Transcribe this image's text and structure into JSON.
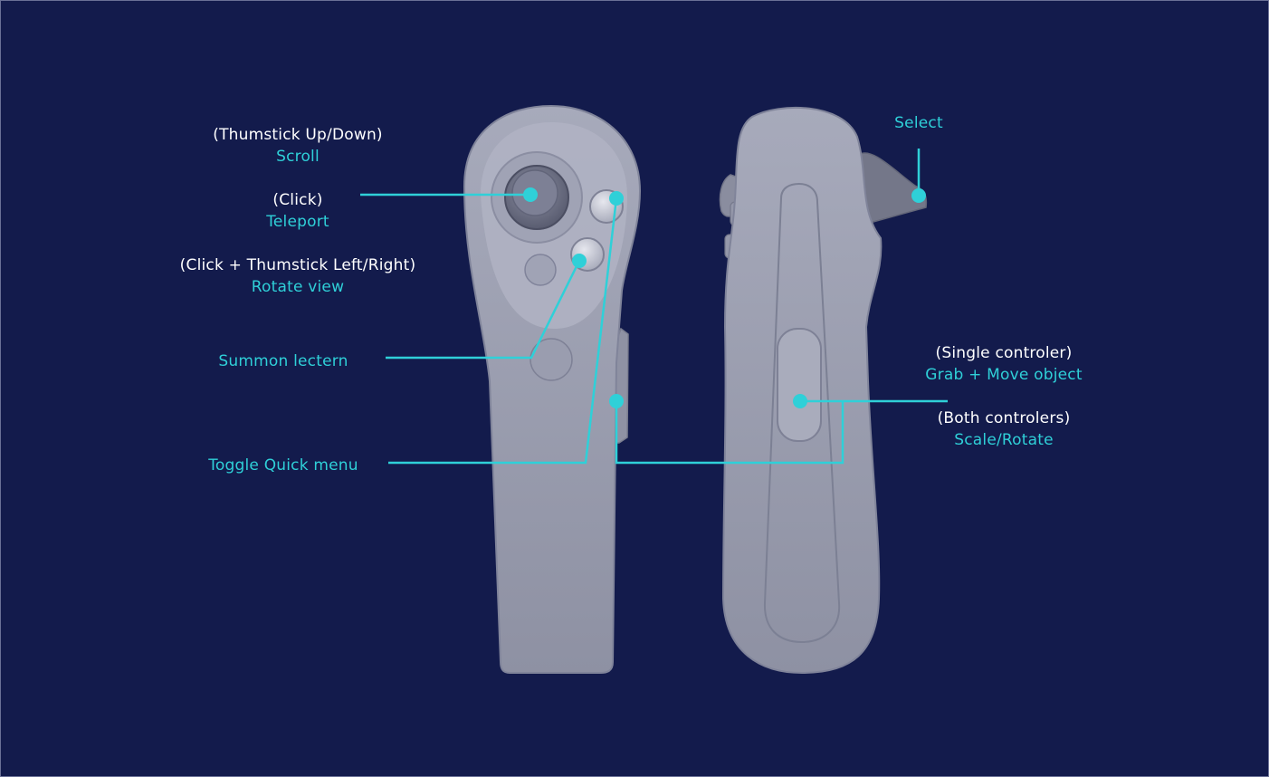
{
  "callouts": {
    "scroll": {
      "note": "(Thumstick Up/Down)",
      "action": "Scroll"
    },
    "teleport": {
      "note": "(Click)",
      "action": "Teleport"
    },
    "rotate": {
      "note": "(Click + Thumstick Left/Right)",
      "action": "Rotate view"
    },
    "summon": {
      "action": "Summon lectern"
    },
    "quick_menu": {
      "action": "Toggle Quick menu"
    },
    "select": {
      "action": "Select"
    },
    "grab": {
      "note": "(Single controler)",
      "action": "Grab + Move object"
    },
    "scale": {
      "note": "(Both controlers)",
      "action": "Scale/Rotate"
    }
  },
  "colors": {
    "background": "#131b4c",
    "accent": "#2fd0d8",
    "controller_body": "#9c9fb0",
    "text": "#ffffff"
  }
}
